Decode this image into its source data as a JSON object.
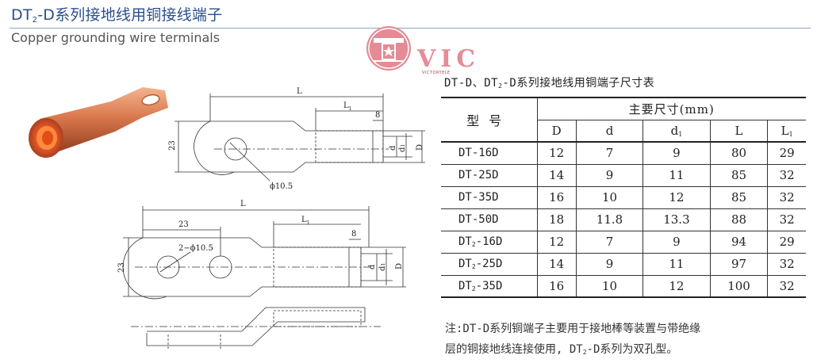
{
  "header": {
    "title_prefix": "DT",
    "title_sub": "2",
    "title_rest": "-D系列接地线用铜接线端子",
    "subtitle": "Copper grounding wire terminals"
  },
  "logo": {
    "text": "VIC",
    "small_text": "VICTORYELE"
  },
  "drawing": {
    "top": {
      "L": "L",
      "L1": "L",
      "L1_sub": "1",
      "eight": "8",
      "h23": "23",
      "d": "d",
      "d1": "d",
      "d1_sub": "1",
      "D": "D",
      "hole": "ϕ10.5"
    },
    "bottom": {
      "L": "L",
      "L1": "L",
      "L1_sub": "1",
      "eight": "8",
      "w23": "23",
      "h23": "23",
      "d": "d",
      "d1": "d",
      "d1_sub": "1",
      "D": "D",
      "holes": "2−ϕ10.5"
    }
  },
  "table": {
    "title_a": "DT-D、DT",
    "title_sub": "2",
    "title_b": "-D系列接地线用铜端子尺寸表",
    "model_header": "型号",
    "main_header": "主要尺寸(mm)",
    "columns": [
      {
        "label": "D",
        "sub": ""
      },
      {
        "label": "d",
        "sub": ""
      },
      {
        "label": "d",
        "sub": "1"
      },
      {
        "label": "L",
        "sub": ""
      },
      {
        "label": "L",
        "sub": "1"
      }
    ],
    "rows": [
      {
        "model": "DT-16D",
        "sub": "",
        "model_rest": "",
        "D": "12",
        "d": "7",
        "d1": "9",
        "L": "80",
        "L1": "29"
      },
      {
        "model": "DT-25D",
        "sub": "",
        "model_rest": "",
        "D": "14",
        "d": "9",
        "d1": "11",
        "L": "85",
        "L1": "32"
      },
      {
        "model": "DT-35D",
        "sub": "",
        "model_rest": "",
        "D": "16",
        "d": "10",
        "d1": "12",
        "L": "85",
        "L1": "32"
      },
      {
        "model": "DT-50D",
        "sub": "",
        "model_rest": "",
        "D": "18",
        "d": "11.8",
        "d1": "13.3",
        "L": "88",
        "L1": "32"
      },
      {
        "model": "DT",
        "sub": "2",
        "model_rest": "-16D",
        "D": "12",
        "d": "7",
        "d1": "9",
        "L": "94",
        "L1": "29"
      },
      {
        "model": "DT",
        "sub": "2",
        "model_rest": "-25D",
        "D": "14",
        "d": "9",
        "d1": "11",
        "L": "97",
        "L1": "32"
      },
      {
        "model": "DT",
        "sub": "2",
        "model_rest": "-35D",
        "D": "16",
        "d": "10",
        "d1": "12",
        "L": "100",
        "L1": "32"
      }
    ]
  },
  "note": {
    "line1": "注:DT-D系列铜端子主要用于接地棒等装置与带绝缘",
    "line2a": "层的铜接地线连接使用, DT",
    "line2_sub": "2",
    "line2b": "-D系列为双孔型。"
  }
}
